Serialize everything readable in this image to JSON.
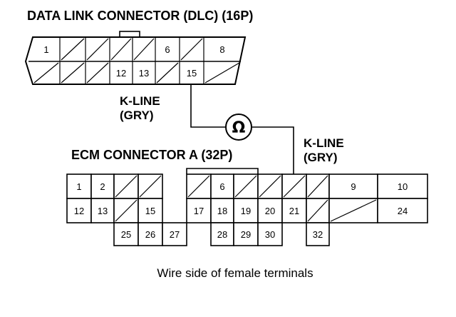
{
  "dlc": {
    "title": "DATA LINK CONNECTOR (DLC) (16P)",
    "row1": [
      "1",
      "",
      "",
      "",
      "",
      "6",
      "",
      "8"
    ],
    "row2": [
      "",
      "",
      "",
      "12",
      "13",
      "",
      "15",
      ""
    ]
  },
  "ecm": {
    "title": "ECM CONNECTOR A (32P)",
    "row1": [
      "1",
      "2",
      "",
      "",
      "",
      "",
      "6",
      "",
      "",
      "",
      "",
      "9",
      "10"
    ],
    "row2": [
      "12",
      "13",
      "",
      "15",
      "",
      "17",
      "18",
      "19",
      "20",
      "21",
      "",
      "",
      "24"
    ],
    "row3": [
      "25",
      "26",
      "27",
      "",
      "28",
      "29",
      "30",
      "",
      "32"
    ]
  },
  "labels": {
    "kline_left_1": "K-LINE",
    "kline_left_2": "(GRY)",
    "kline_right_1": "K-LINE",
    "kline_right_2": "(GRY)",
    "ohm_symbol": "Ω"
  },
  "caption": "Wire side of female terminals"
}
